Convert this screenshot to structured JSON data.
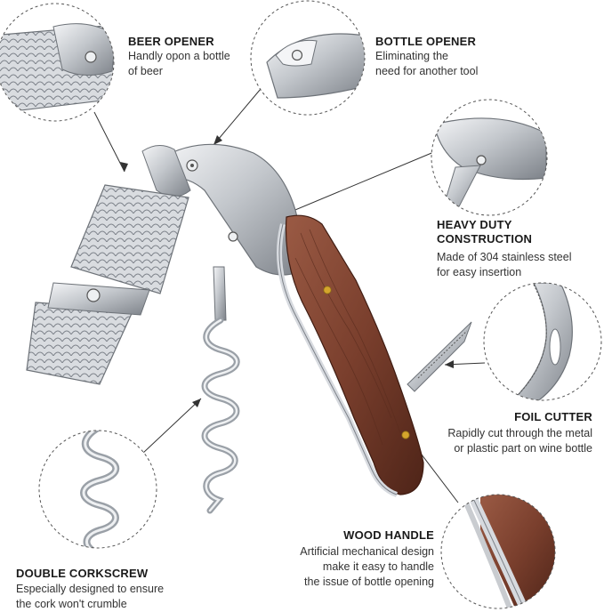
{
  "callouts": {
    "beer_opener": {
      "title": "BEER OPENER",
      "desc_line1": "Handly opon a bottle",
      "desc_line2": "of beer"
    },
    "bottle_opener": {
      "title": "BOTTLE OPENER",
      "desc_line1": "Eliminating the",
      "desc_line2": "need for another tool"
    },
    "heavy_duty": {
      "title_line1": "HEAVY DUTY",
      "title_line2": "CONSTRUCTION",
      "desc_line1": "Made of 304 stainless steel",
      "desc_line2": "for easy insertion"
    },
    "foil_cutter": {
      "title": "FOIL CUTTER",
      "desc_line1": "Rapidly cut through the metal",
      "desc_line2": "or plastic part on wine bottle"
    },
    "wood_handle": {
      "title": "WOOD HANDLE",
      "desc_line1": "Artificial mechanical design",
      "desc_line2": "make it easy to handle",
      "desc_line3": "the issue of bottle opening"
    },
    "double_corkscrew": {
      "title": "DOUBLE CORKSCREW",
      "desc_line1": "Especially designed to ensure",
      "desc_line2": "the cork won't crumble"
    }
  },
  "colors": {
    "steel": "#c9ccd0",
    "steel_dark": "#8e9399",
    "wood": "#7a4030",
    "wood_dark": "#4e2418",
    "brass": "#d4a52c",
    "dashed_circle": "#555555",
    "leader_line": "#333333"
  },
  "icons": [
    "waiters-corkscrew",
    "detail-zoom-circle"
  ]
}
